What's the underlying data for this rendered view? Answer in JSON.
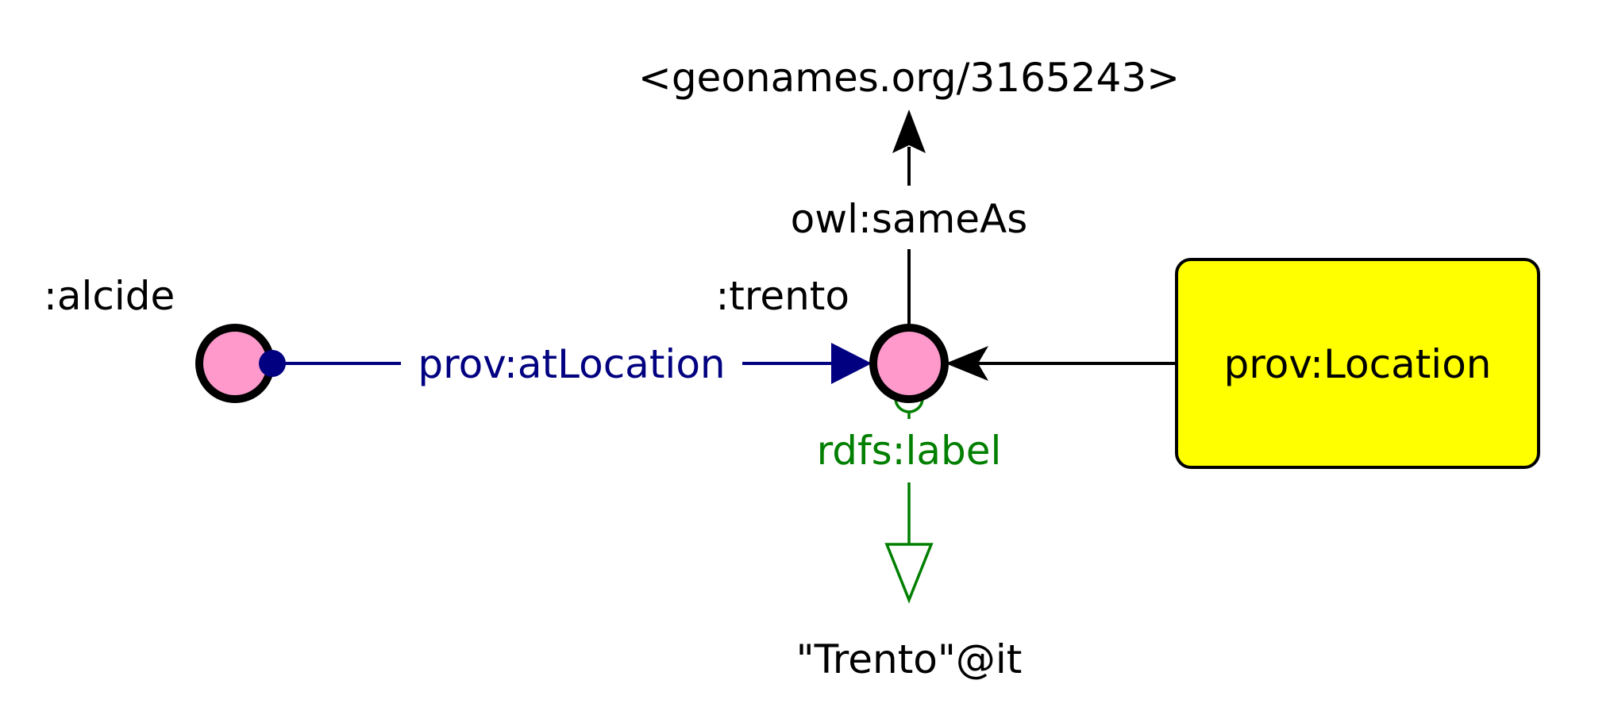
{
  "colors": {
    "node_fill": "#ff99cc",
    "class_fill": "#ffff00",
    "object_property": "#000080",
    "datatype_property": "#007f00",
    "annotation": "#000000"
  },
  "nodes": {
    "alcide": {
      "label": ":alcide"
    },
    "trento": {
      "label": ":trento"
    },
    "geonames": {
      "label": "<geonames.org/3165243>"
    },
    "literal": {
      "label": "\"Trento\"@it"
    },
    "location_class": {
      "label": "prov:Location"
    }
  },
  "edges": {
    "at_location": {
      "label": "prov:atLocation"
    },
    "same_as": {
      "label": "owl:sameAs"
    },
    "rdfs_label": {
      "label": "rdfs:label"
    }
  }
}
